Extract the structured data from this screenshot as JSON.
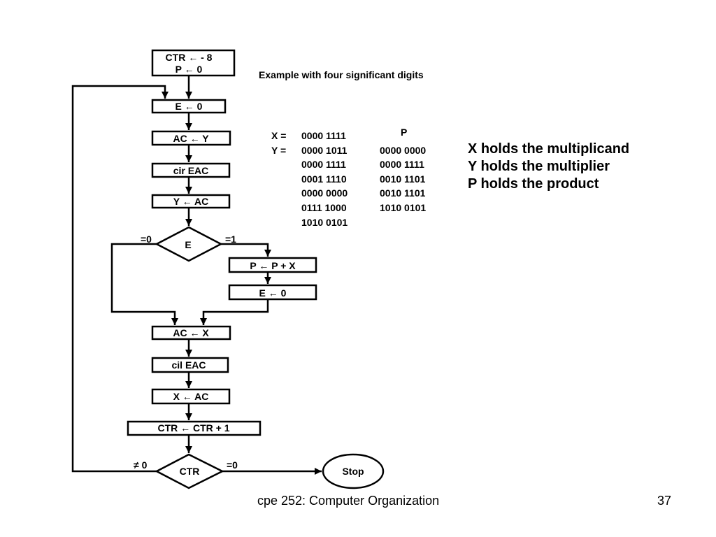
{
  "flowchart": {
    "init_ctr": "CTR ← - 8",
    "init_p": "P ← 0",
    "set_e": "E ← 0",
    "load_ac_y": "AC ← Y",
    "cir": "cir EAC",
    "store_y": "Y ← AC",
    "decision_e": "E",
    "label_eq0": "=0",
    "label_eq1": "=1",
    "add": "P ← P + X",
    "clear_e": "E ← 0",
    "load_ac_x": "AC ← X",
    "cil": "cil EAC",
    "store_x": "X ← AC",
    "inc_ctr": "CTR ← CTR + 1",
    "decision_ctr": "CTR",
    "label_ne0": "≠ 0",
    "label_ctr_eq0": "=0",
    "stop": "Stop"
  },
  "example": {
    "caption": "Example with four significant digits",
    "p_header": "P",
    "x_label": "X =",
    "y_label": "Y =",
    "x_column": [
      "0000 1111",
      "0000 1011",
      "0000 1111",
      "0001 1110",
      "0000 0000",
      "0111 1000",
      "1010 0101"
    ],
    "p_column": [
      "0000 0000",
      "0000 1111",
      "0010 1101",
      "0010 1101",
      "1010 0101"
    ]
  },
  "description": [
    "X holds the multiplicand",
    "Y holds the multiplier",
    "P holds the product"
  ],
  "footer": {
    "course": "cpe 252: Computer Organization",
    "page_number": "37"
  }
}
